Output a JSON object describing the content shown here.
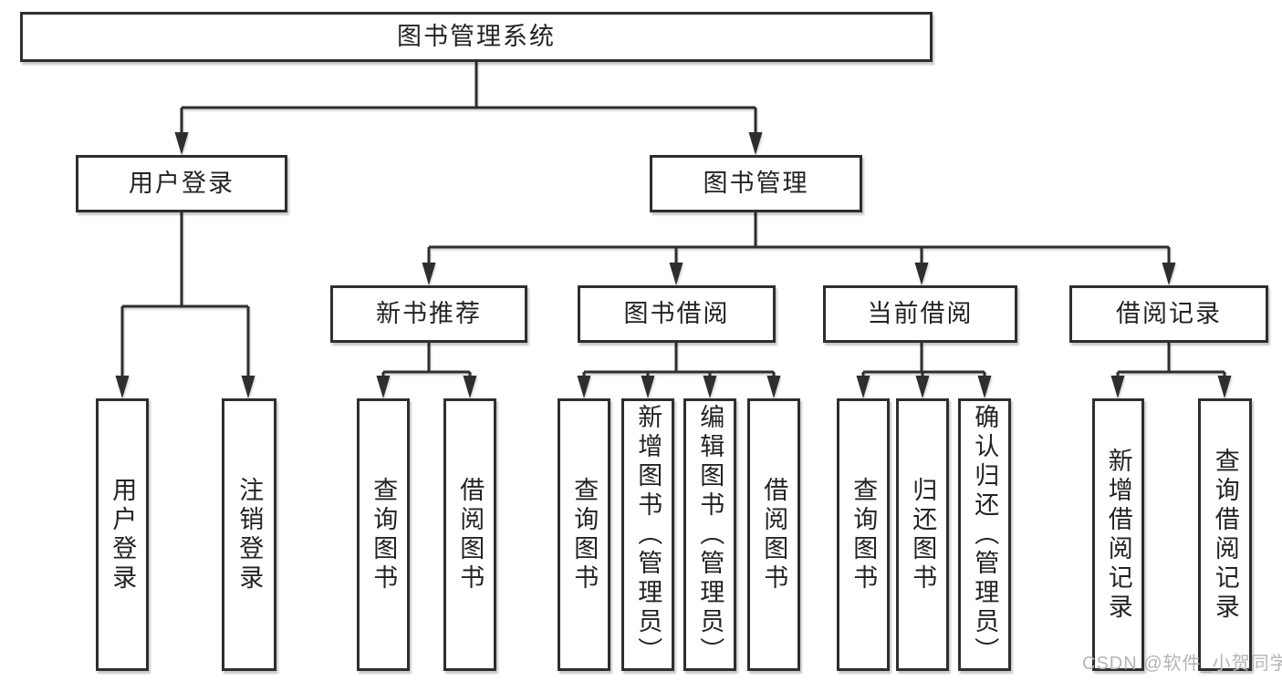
{
  "tree": {
    "root": {
      "label": "图书管理系统",
      "children": [
        {
          "label": "用户登录",
          "children": [
            {
              "label": "用户登录"
            },
            {
              "label": "注销登录"
            }
          ]
        },
        {
          "label": "图书管理",
          "children": [
            {
              "label": "新书推荐",
              "children": [
                {
                  "label": "查询图书"
                },
                {
                  "label": "借阅图书"
                }
              ]
            },
            {
              "label": "图书借阅",
              "children": [
                {
                  "label": "查询图书"
                },
                {
                  "label": "新增图书（管理员）"
                },
                {
                  "label": "编辑图书（管理员）"
                },
                {
                  "label": "借阅图书"
                }
              ]
            },
            {
              "label": "当前借阅",
              "children": [
                {
                  "label": "查询图书"
                },
                {
                  "label": "归还图书"
                },
                {
                  "label": "确认归还（管理员）"
                }
              ]
            },
            {
              "label": "借阅记录",
              "children": [
                {
                  "label": "新增借阅记录"
                },
                {
                  "label": "查询借阅记录"
                }
              ]
            }
          ]
        }
      ]
    }
  },
  "watermark": {
    "text": "CSDN @软件_小贺同学"
  },
  "colors": {
    "line": "#2e2e2e",
    "text": "#232323",
    "watermark": "#b4b4b4",
    "background": "#ffffff"
  }
}
